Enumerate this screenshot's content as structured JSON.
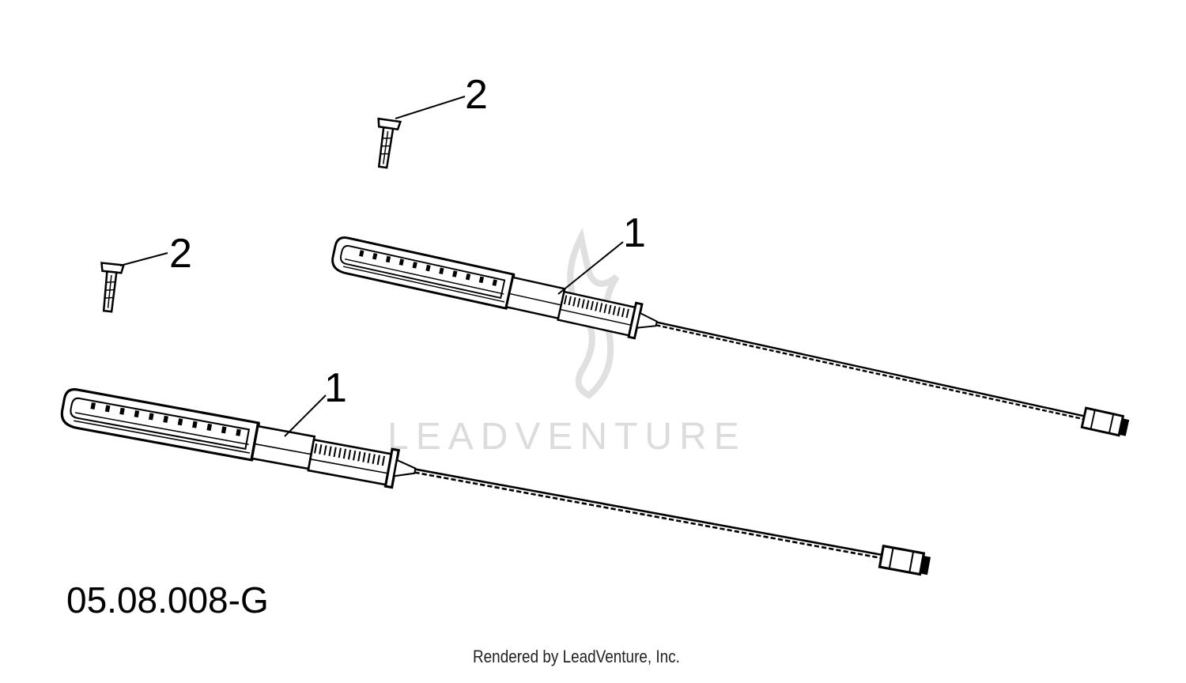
{
  "watermark": {
    "text": "LEADVENTURE",
    "color": "#dcdcdc"
  },
  "callouts": {
    "upper_handle": "1",
    "lower_handle": "1",
    "upper_screw": "2",
    "lower_screw": "2"
  },
  "figure_id": "05.08.008-G",
  "credit": "Rendered by LeadVenture, Inc.",
  "colors": {
    "line": "#000000",
    "background": "#ffffff"
  }
}
